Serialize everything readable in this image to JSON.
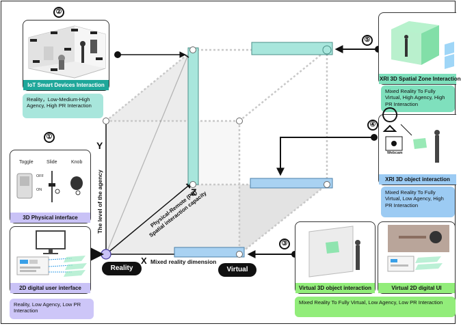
{
  "badges": {
    "one": "①",
    "two": "②",
    "three": "③",
    "four": "④",
    "five": "⑤"
  },
  "panels": {
    "iot": {
      "caption": "IoT Smart Devices Interaction",
      "note": "Reality，Low-Medium-High Agency, High PR Interaction"
    },
    "physical": {
      "caption": "3D Physical interface",
      "controls": [
        "Toggle",
        "Slide",
        "Knob"
      ],
      "switch_labels": [
        "OFF",
        "ON"
      ]
    },
    "digital2d": {
      "caption": "2D digital user interface"
    },
    "reality_note": "Reality, Low Agency, Low PR Interaction",
    "xri_zone": {
      "caption": "XRI 3D Spatial Zone Interaction",
      "note": "Mixed Reality To Fully Virtual, High Agency, High PR Interaction"
    },
    "xri_object": {
      "caption": "XRI 3D object interaction",
      "webcam": "Webcam",
      "note": "Mixed Reality To Fully Virtual, Low Agency, High PR Interaction"
    },
    "virtual3d": {
      "caption": "Virtual 3D object interaction"
    },
    "virtual2d": {
      "caption": "Virtual 2D digital UI"
    },
    "mixed_note": "Mixed Reality To Fully Virtual, Low Agency, Low PR Interaction"
  },
  "axes": {
    "x_letter": "X",
    "x_label": "Mixed reality dimension",
    "y_letter": "Y",
    "y_label": "The level of the agency",
    "z_letter": "Z",
    "z_label_line1": "Physical-Remote (PR)",
    "z_label_line2": "Spatial interaction capacity",
    "origin": "Reality",
    "end": "Virtual"
  },
  "colors": {
    "teal": "#a8e6dc",
    "blue": "#a9d2f2",
    "green": "#9bea93",
    "lavender": "#c9c2f6",
    "lavender_badge": "#cdc6f8",
    "note_teal": "#7fe0bd",
    "note_blue": "#9ccbf3",
    "note_green": "#92ed7a"
  }
}
